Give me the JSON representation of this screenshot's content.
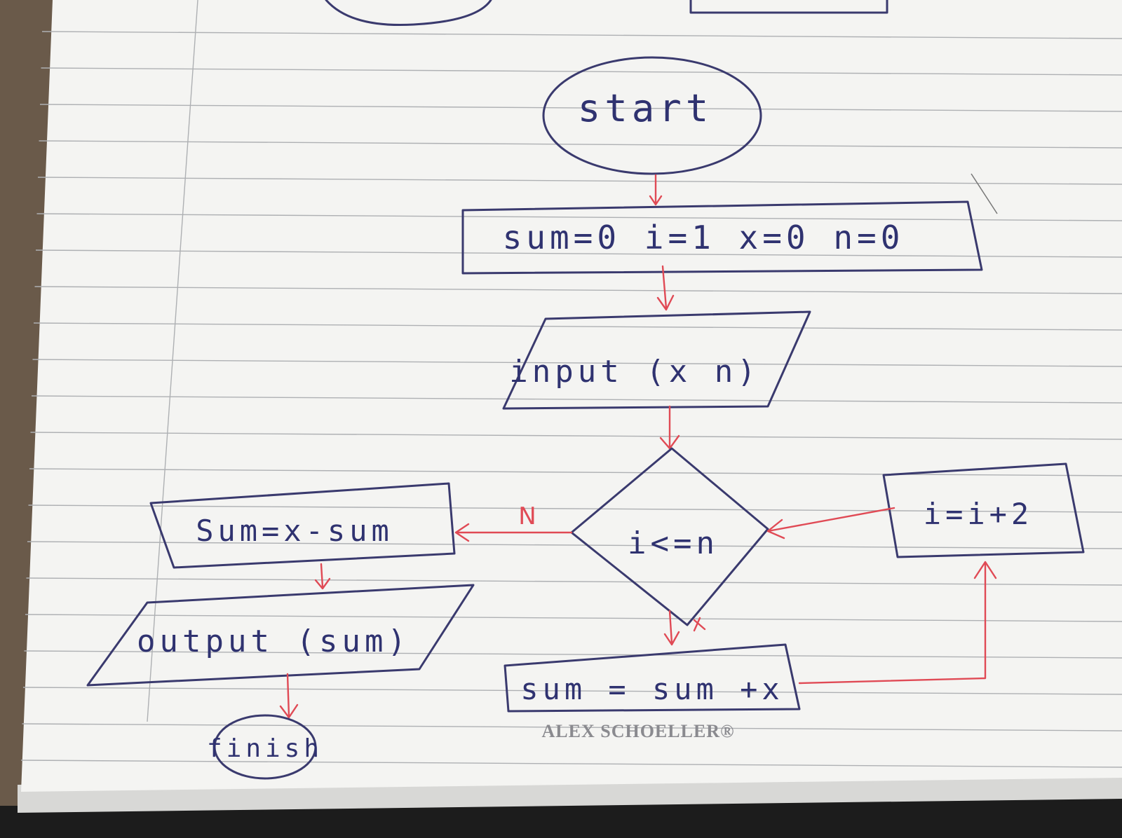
{
  "diagram": {
    "nodes": {
      "start": "start",
      "init": "sum=0 i=1 x=0 n=0",
      "input": "input (x n)",
      "condition": "i<=n",
      "assign_else": "Sum=x-sum",
      "output": "output (sum)",
      "finish": "finish",
      "accumulate": "sum = sum +x",
      "increment": "i=i+2"
    },
    "edge_labels": {
      "no": "N"
    }
  },
  "notebook": {
    "brand": "ALEX SCHOELLER®"
  },
  "colors": {
    "ink": "#3a3a6e",
    "arrow": "#e04a55",
    "paper": "#f4f4f2",
    "rule": "#aeb0b3"
  }
}
